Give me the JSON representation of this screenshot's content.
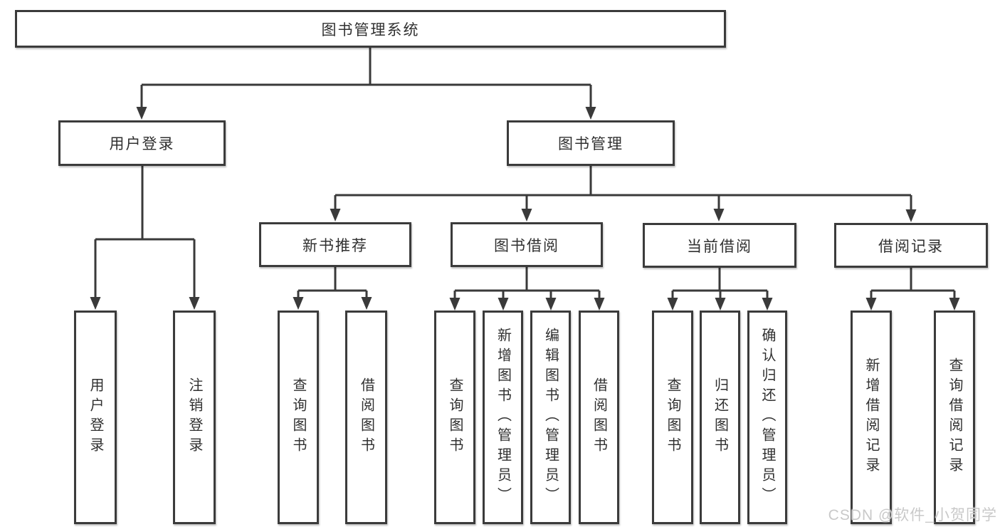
{
  "tree": {
    "root": {
      "label": "图书管理系统"
    },
    "children": [
      {
        "label": "用户登录",
        "leaves": [
          {
            "label": "用户登录"
          },
          {
            "label": "注销登录"
          }
        ]
      },
      {
        "label": "图书管理",
        "children": [
          {
            "label": "新书推荐",
            "leaves": [
              {
                "label": "查询图书"
              },
              {
                "label": "借阅图书"
              }
            ]
          },
          {
            "label": "图书借阅",
            "leaves": [
              {
                "label": "查询图书"
              },
              {
                "label": "新增图书（管理员）"
              },
              {
                "label": "编辑图书（管理员）"
              },
              {
                "label": "借阅图书"
              }
            ]
          },
          {
            "label": "当前借阅",
            "leaves": [
              {
                "label": "查询图书"
              },
              {
                "label": "归还图书"
              },
              {
                "label": "确认归还（管理员）"
              }
            ]
          },
          {
            "label": "借阅记录",
            "leaves": [
              {
                "label": "新增借阅记录"
              },
              {
                "label": "查询借阅记录"
              }
            ]
          }
        ]
      }
    ]
  },
  "watermark": {
    "text": "CSDN @软件_小贺同学"
  },
  "colors": {
    "line": "#3a3a3a",
    "border": "#3b3b3b",
    "text": "#303030",
    "node-bg": "#ffffff",
    "background": "#ffffff",
    "watermark": "#c9c9c9"
  }
}
